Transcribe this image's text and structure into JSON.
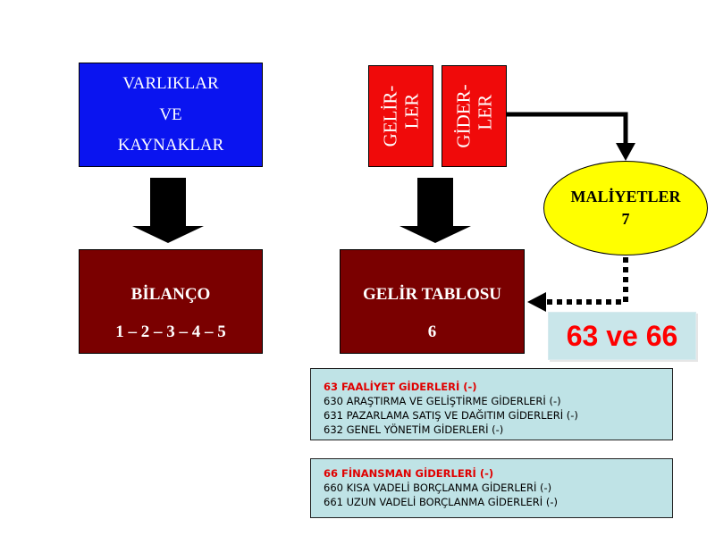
{
  "varliklar": {
    "lines": [
      "VARLIKLAR",
      "VE",
      "KAYNAKLAR"
    ]
  },
  "gelir": {
    "lines": [
      "GELİR-",
      "LER"
    ]
  },
  "gider": {
    "lines": [
      "GİDER-",
      "LER"
    ]
  },
  "bilanco": {
    "title": "BİLANÇO",
    "codes": "1 – 2 – 3 – 4 – 5"
  },
  "gelir_tablosu": {
    "title": "GELİR TABLOSU",
    "code": "6"
  },
  "maliyet": {
    "title": "MALİYETLER",
    "code": "7"
  },
  "code_box": {
    "text": "63 ve 66"
  },
  "info_63": {
    "heading": "63 FAALİYET GİDERLERİ (-)",
    "items": [
      "630 ARAŞTIRMA VE GELİŞTİRME GİDERLERİ (-)",
      "631 PAZARLAMA SATIŞ VE DAĞITIM GİDERLERİ (-)",
      "632 GENEL YÖNETİM GİDERLERİ (-)"
    ]
  },
  "info_66": {
    "heading": "66 FİNANSMAN GİDERLERİ (-)",
    "items": [
      "660 KISA VADELİ BORÇLANMA GİDERLERİ (-)",
      "661 UZUN VADELİ BORÇLANMA GİDERLERİ (-)"
    ]
  },
  "colors": {
    "blue_box": "#0a14f0",
    "red_box": "#f00a0a",
    "dark_red_box": "#7a0000",
    "ellipse": "#ffff00",
    "info_bg": "#bfe3e6",
    "code_text": "#ff0000"
  }
}
